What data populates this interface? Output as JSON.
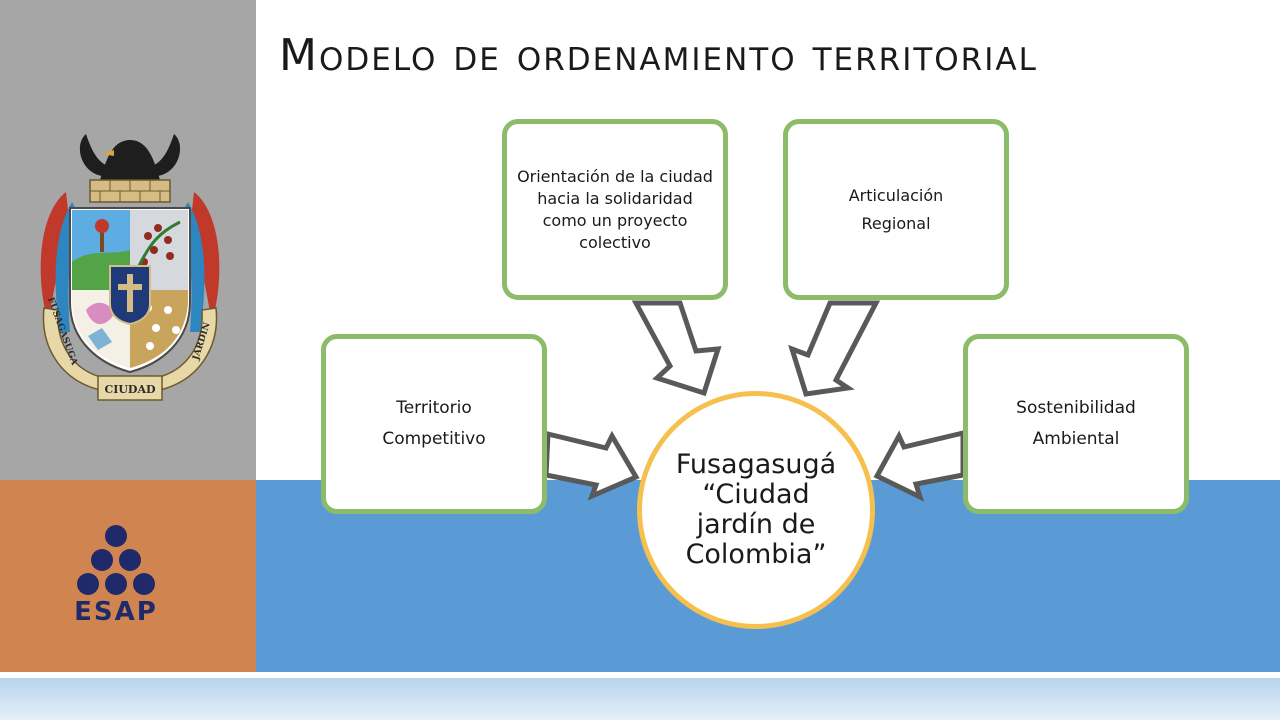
{
  "slide": {
    "title": "Modelo de ordenamiento territorial"
  },
  "diagram": {
    "center": "Fusagasugá “Ciudad jardín de Colombia”",
    "nodes": {
      "left": [
        "Territorio",
        "Competitivo"
      ],
      "top_left": "Orientación de la ciudad hacia la solidaridad como un proyecto colectivo",
      "top_right": [
        "Articulación",
        "Regional"
      ],
      "right": [
        "Sostenibilidad",
        "Ambiental"
      ]
    }
  },
  "crest": {
    "ribbon_left": "FUSAGASUGA",
    "ribbon_center": "CIUDAD",
    "ribbon_right": "JARDIN"
  },
  "logo": {
    "text": "ESAP"
  },
  "colors": {
    "gray_panel": "#a6a6a6",
    "orange_panel": "#d0844f",
    "blue_band": "#5b9bd5",
    "node_border": "#8cbc6a",
    "center_border": "#f6c04e",
    "arrow_stroke": "#595959",
    "logo_navy": "#1f2a6b"
  }
}
